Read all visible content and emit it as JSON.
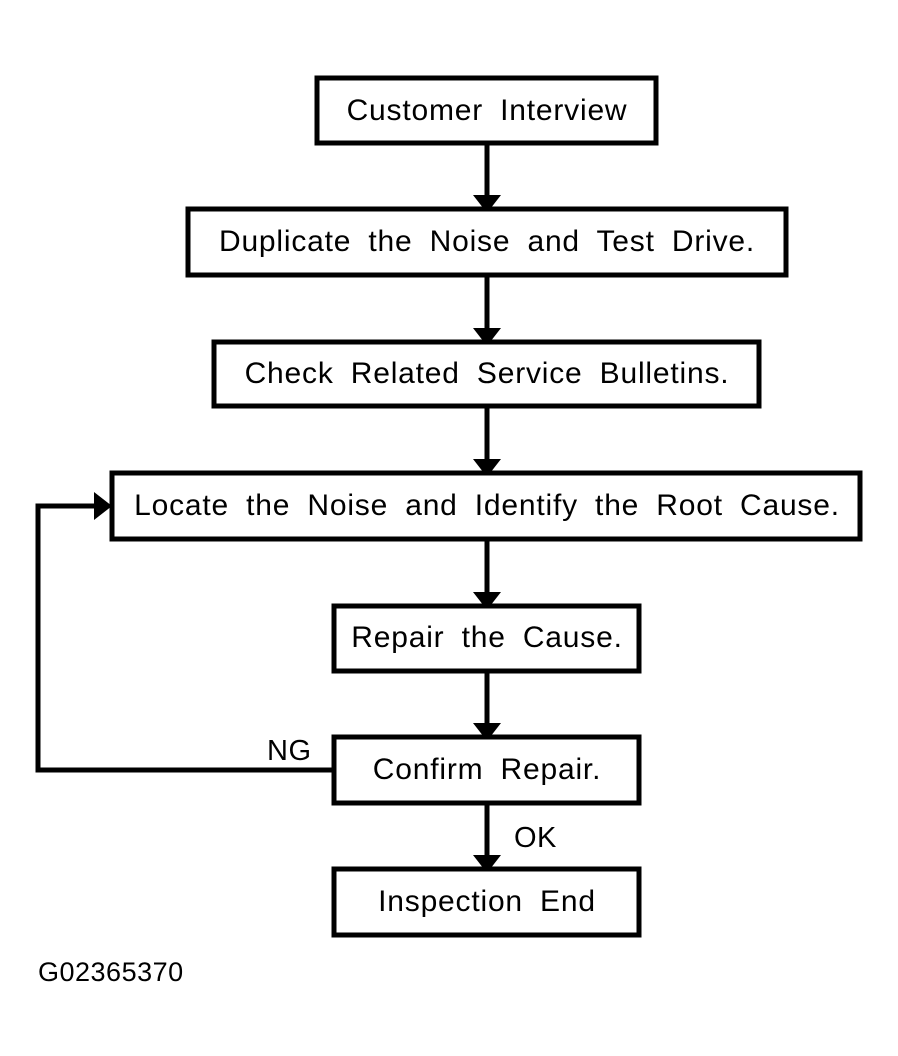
{
  "figure": {
    "caption": "G02365370",
    "type": "flowchart",
    "orientation": "top-to-bottom",
    "background_color": "#ffffff",
    "line_color": "#000000"
  },
  "nodes": [
    {
      "id": "customer-interview",
      "label": "Customer Interview"
    },
    {
      "id": "duplicate-noise",
      "label": "Duplicate the Noise and Test Drive."
    },
    {
      "id": "check-bulletins",
      "label": "Check Related Service Bulletins."
    },
    {
      "id": "locate-noise",
      "label": "Locate the Noise and Identify the Root Cause."
    },
    {
      "id": "repair-cause",
      "label": "Repair the Cause."
    },
    {
      "id": "confirm-repair",
      "label": "Confirm Repair."
    },
    {
      "id": "inspection-end",
      "label": "Inspection End"
    }
  ],
  "edges": [
    {
      "id": "e1",
      "from": "customer-interview",
      "to": "duplicate-noise",
      "label": ""
    },
    {
      "id": "e2",
      "from": "duplicate-noise",
      "to": "check-bulletins",
      "label": ""
    },
    {
      "id": "e3",
      "from": "check-bulletins",
      "to": "locate-noise",
      "label": ""
    },
    {
      "id": "e4",
      "from": "locate-noise",
      "to": "repair-cause",
      "label": ""
    },
    {
      "id": "e5",
      "from": "repair-cause",
      "to": "confirm-repair",
      "label": ""
    },
    {
      "id": "e6",
      "from": "confirm-repair",
      "to": "inspection-end",
      "label": "OK"
    },
    {
      "id": "e7",
      "from": "confirm-repair",
      "to": "locate-noise",
      "label": "NG"
    }
  ],
  "edge_labels": {
    "ng": "NG",
    "ok": "OK"
  }
}
